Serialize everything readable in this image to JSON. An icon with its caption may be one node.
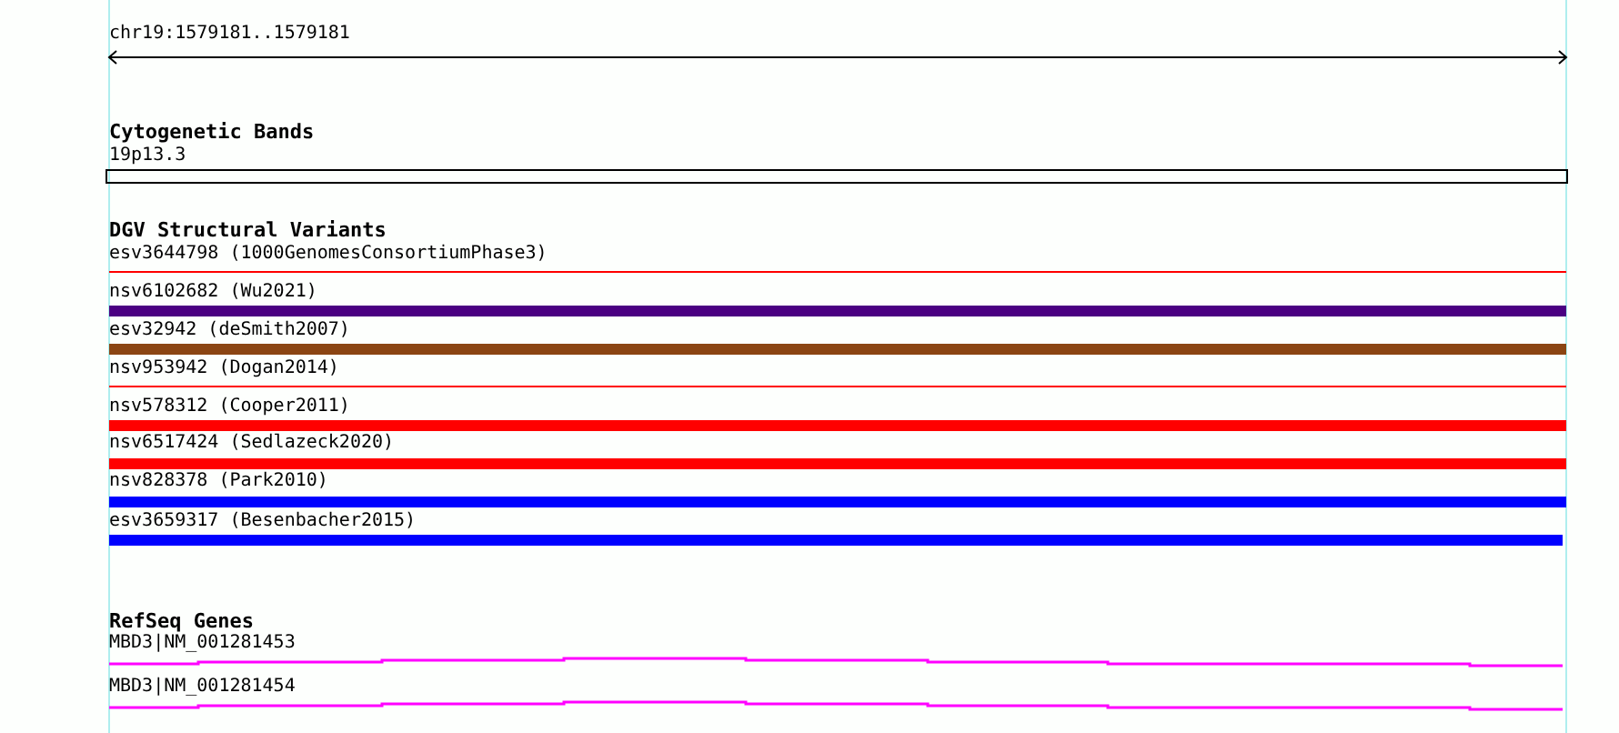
{
  "diagram": {
    "labels": [
      "chr19:1579181..1579181",
      "Cytogenetic Bands",
      "19p13.3",
      "DGV Structural Variants",
      "esv3644798 (1000GenomesConsortiumPhase3)",
      "nsv6102682 (Wu2021)",
      "esv32942 (deSmith2007)",
      "nsv953942 (Dogan2014)",
      "nsv578312 (Cooper2011)",
      "nsv6517424 (Sedlazeck2020)",
      "nsv828378 (Park2010)",
      "esv3659317 (Besenbacher2015)",
      "RefSeq Genes",
      "MBD3|NM_001281453",
      "MBD3|NM_001281454"
    ]
  }
}
